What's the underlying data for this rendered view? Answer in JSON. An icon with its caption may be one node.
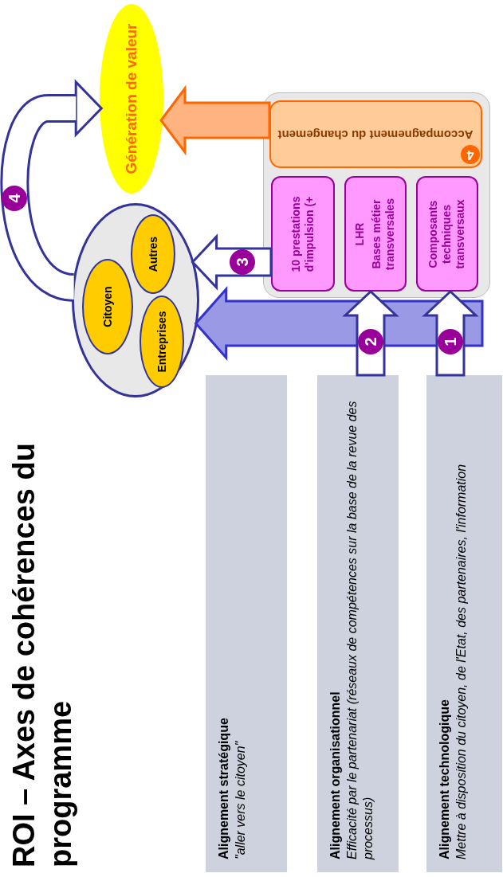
{
  "diagram": {
    "title": "ROI – Axes de cohérences du programme",
    "nodes": [
      {
        "text": [
          "Génération de valeur"
        ]
      },
      {
        "text": [],
        "shape": "circle"
      },
      {
        "text": [
          "Citoyen"
        ],
        "in": 1
      },
      {
        "text": [
          "Autres"
        ],
        "in": 1
      },
      {
        "text": [
          "Entreprises"
        ],
        "in": 1
      },
      {
        "text": [],
        "shape": "box"
      },
      {
        "text": [
          "Accompagnement du changement",
          "4"
        ],
        "in": 5
      },
      {
        "text": [
          "10 prestations d'impulsion (+"
        ],
        "in": 5
      },
      {
        "text": [
          "LHR",
          "Bases métier transversales"
        ],
        "in": 5
      },
      {
        "text": [
          "Composants techniques transversaux"
        ],
        "in": 5
      },
      {
        "text": [
          "Alignement stratégique",
          "\"aller vers le citoyen\""
        ]
      },
      {
        "text": [
          "Alignement organisationnel",
          "Efficacité par le partenariat (réseaux de compétences sur la base de la revue des processus)"
        ]
      },
      {
        "text": [
          "Alignement technologique",
          "Mettre à disposition du citoyen,  de l'Etat,  des partenaires, l'information"
        ]
      }
    ],
    "edges": [
      {
        "from": 12,
        "to": 9,
        "arrow": "to",
        "label": "1"
      },
      {
        "from": 11,
        "to": 8,
        "arrow": "to",
        "label": "2"
      },
      {
        "from": 7,
        "to": 1,
        "arrow": "to",
        "label": "3"
      },
      {
        "from": null,
        "to": 1,
        "arrow": "to",
        "color": "#3333cc"
      },
      {
        "from": 6,
        "to": 0,
        "arrow": "to",
        "color": "#ff6600"
      },
      {
        "from": 1,
        "to": 0,
        "arrow": "to",
        "label": "4"
      }
    ]
  }
}
